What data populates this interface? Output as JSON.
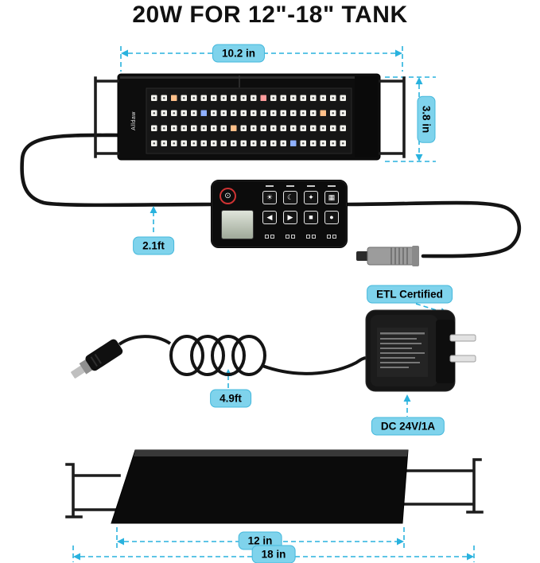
{
  "title": "20W FOR 12\"-18\" TANK",
  "labels": {
    "fixture_width": "10.2 in",
    "fixture_height": "3.8 in",
    "controller_cable_length": "2.1ft",
    "adapter_cable_length": "4.9ft",
    "etl_certified": "ETL Certified",
    "dc_output": "DC 24V/1A",
    "fixture_body_width": "12 in",
    "bracket_extended_width": "18 in"
  },
  "fixture": {
    "brand_text": "Alldaw"
  },
  "controller": {
    "power_icon": "⊙",
    "row1_icons": [
      "☀",
      "☾",
      "✦",
      "▦"
    ],
    "row2_icons": [
      "◀",
      "▶",
      "■",
      "●"
    ]
  },
  "colors": {
    "label_bg": "#7fd3ec",
    "label_border": "#45b8dc",
    "dimension_line": "#29b2de",
    "title_color": "#111111"
  }
}
